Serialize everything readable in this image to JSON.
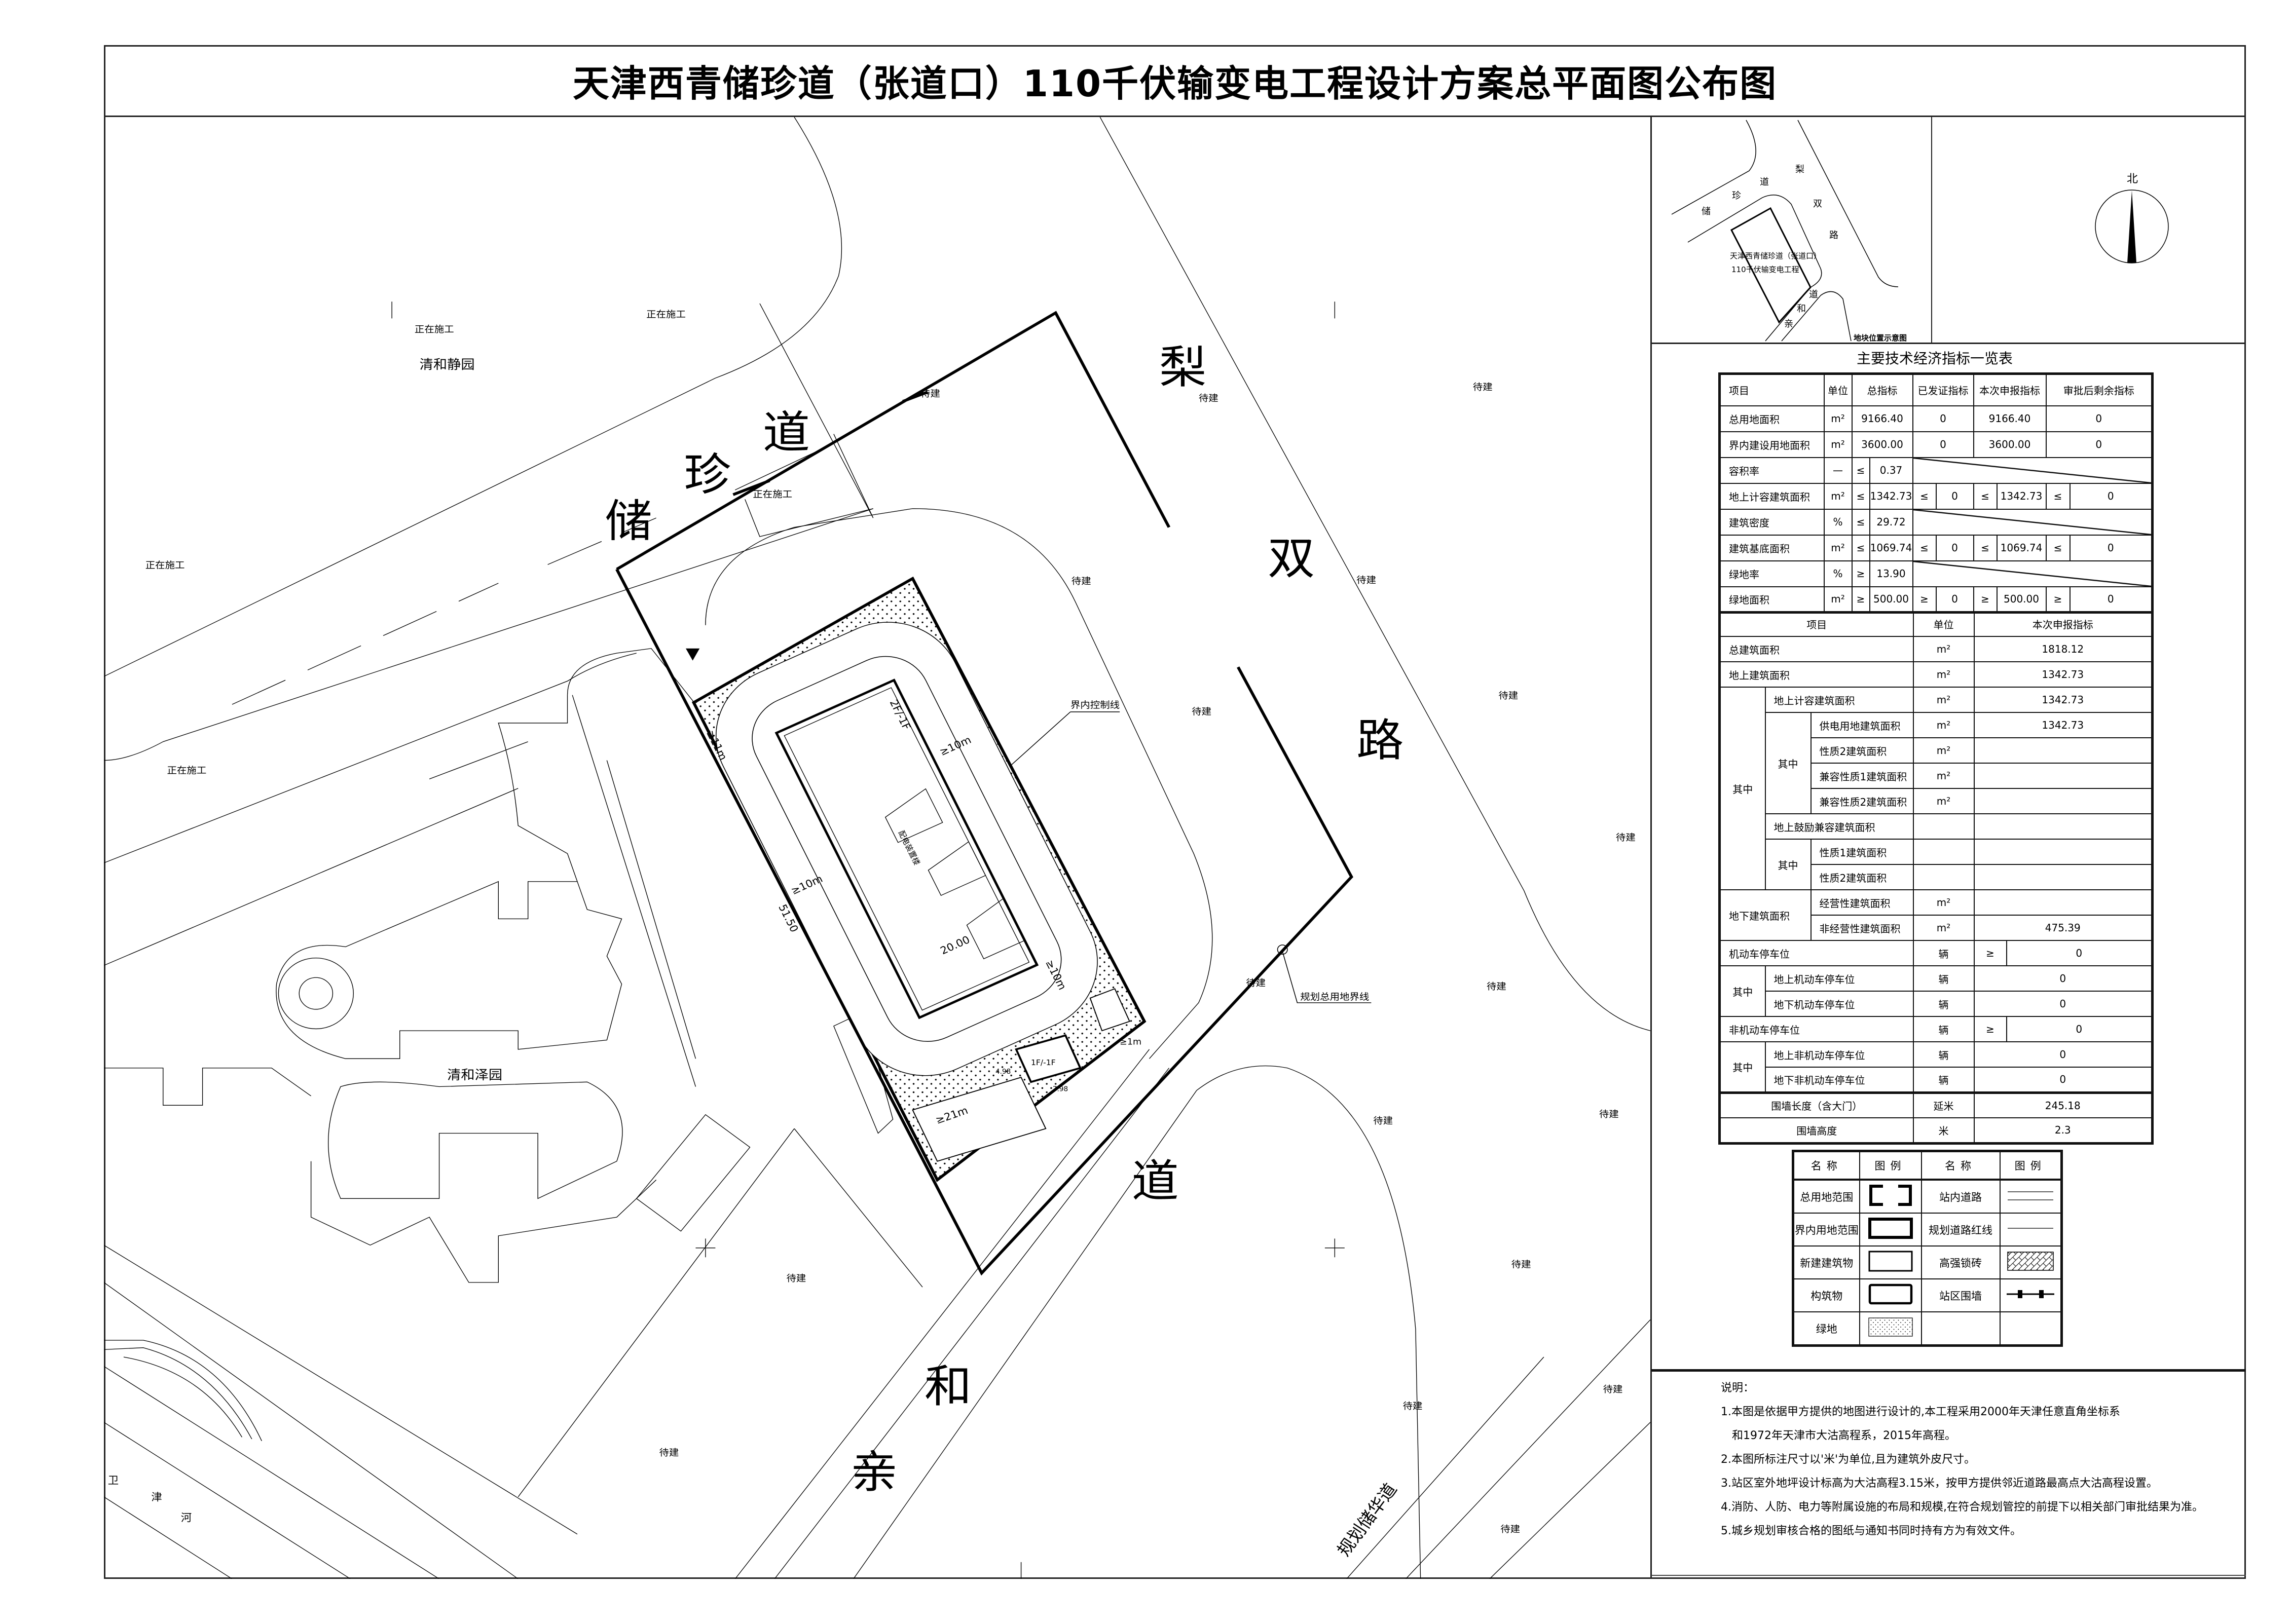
{
  "title": "天津西青储珍道（张道口）110千伏输变电工程设计方案总平面图公布图",
  "map": {
    "roads": {
      "chuzhen": [
        "储",
        "珍",
        "道"
      ],
      "lishuang": [
        "梨",
        "双",
        "路"
      ],
      "heqin": [
        "道",
        "和",
        "亲"
      ],
      "planned_chuhua": "规划储华道",
      "river": [
        "卫",
        "津",
        "河"
      ]
    },
    "under_construction": "正在施工",
    "pending": "待建",
    "community_north": "清和静园",
    "community_south": "清和泽园",
    "control_line_label": "界内控制线",
    "total_boundary_label": "规划总用地界线",
    "building": {
      "name": "配电装置楼",
      "floors": "2F/-1F",
      "length": "51.50",
      "width": "20.00"
    },
    "aux_building": {
      "floors": "1F/-1F",
      "dim_a": "4.98",
      "dim_b": "7.98"
    },
    "setbacks": {
      "north": "≥11m",
      "east": "≥10m",
      "west": "≥10m",
      "south": "≥10m",
      "southwest": "≥21m",
      "southeast": "≥1m"
    }
  },
  "location_map": {
    "roads": {
      "chuzhen": [
        "储",
        "珍",
        "道"
      ],
      "lishuang": [
        "梨",
        "双",
        "路"
      ],
      "heqin": [
        "道",
        "和",
        "亲"
      ]
    },
    "site_name_line1": "天津西青储珍道（张道口）",
    "site_name_line2": "110千伏输变电工程",
    "caption": "地块位置示意图",
    "north_label": "北"
  },
  "indicators": {
    "title": "主要技术经济指标一览表",
    "top_headers": [
      "项目",
      "单位",
      "总指标",
      "已发证指标",
      "本次申报指标",
      "审批后剩余指标"
    ],
    "top_rows": [
      {
        "item": "总用地面积",
        "unit": "m²",
        "total": "9166.40",
        "issued": "0",
        "current": "9166.40",
        "remaining": "0"
      },
      {
        "item": "界内建设用地面积",
        "unit": "m²",
        "total": "3600.00",
        "issued": "0",
        "current": "3600.00",
        "remaining": "0"
      },
      {
        "item": "容积率",
        "unit": "—",
        "total_op": "≤",
        "total": "0.37"
      },
      {
        "item": "地上计容建筑面积",
        "unit": "m²",
        "total_op": "≤",
        "total": "1342.73",
        "issued_op": "≤",
        "issued": "0",
        "current_op": "≤",
        "current": "1342.73",
        "remaining_op": "≤",
        "remaining": "0"
      },
      {
        "item": "建筑密度",
        "unit": "%",
        "total_op": "≤",
        "total": "29.72"
      },
      {
        "item": "建筑基底面积",
        "unit": "m²",
        "total_op": "≤",
        "total": "1069.74",
        "issued_op": "≤",
        "issued": "0",
        "current_op": "≤",
        "current": "1069.74",
        "remaining_op": "≤",
        "remaining": "0"
      },
      {
        "item": "绿地率",
        "unit": "%",
        "total_op": "≥",
        "total": "13.90"
      },
      {
        "item": "绿地面积",
        "unit": "m²",
        "total_op": "≥",
        "total": "500.00",
        "issued_op": "≥",
        "issued": "0",
        "current_op": "≥",
        "current": "500.00",
        "remaining_op": "≥",
        "remaining": "0"
      }
    ],
    "bottom_headers": [
      "项目",
      "单位",
      "本次申报指标"
    ],
    "among": "其中",
    "bottom": {
      "total_gfa": {
        "item": "总建筑面积",
        "unit": "m²",
        "value": "1818.12"
      },
      "above_gfa": {
        "item": "地上建筑面积",
        "unit": "m²",
        "value": "1342.73"
      },
      "above_far_gfa": {
        "item": "地上计容建筑面积",
        "unit": "m²",
        "value": "1342.73"
      },
      "power_gfa": {
        "item": "供电用地建筑面积",
        "unit": "m²",
        "value": "1342.73"
      },
      "type2_gfa": {
        "item": "性质2建筑面积",
        "unit": "m²",
        "value": ""
      },
      "compat1_gfa": {
        "item": "兼容性质1建筑面积",
        "unit": "m²",
        "value": ""
      },
      "compat2_gfa": {
        "item": "兼容性质2建筑面积",
        "unit": "m²",
        "value": ""
      },
      "encouraged_gfa": {
        "item": "地上鼓励兼容建筑面积",
        "unit": "",
        "value": ""
      },
      "enc_type1_gfa": {
        "item": "性质1建筑面积",
        "unit": "",
        "value": ""
      },
      "enc_type2_gfa": {
        "item": "性质2建筑面积",
        "unit": "",
        "value": ""
      },
      "below_gfa": {
        "item": "地下建筑面积"
      },
      "commercial_gfa": {
        "item": "经营性建筑面积",
        "unit": "m²",
        "value": ""
      },
      "noncommercial_gfa": {
        "item": "非经营性建筑面积",
        "unit": "m²",
        "value": "475.39"
      },
      "motor_parking": {
        "item": "机动车停车位",
        "unit": "辆",
        "op": "≥",
        "value": "0"
      },
      "motor_above": {
        "item": "地上机动车停车位",
        "unit": "辆",
        "value": "0"
      },
      "motor_below": {
        "item": "地下机动车停车位",
        "unit": "辆",
        "value": "0"
      },
      "nonmotor_parking": {
        "item": "非机动车停车位",
        "unit": "辆",
        "op": "≥",
        "value": "0"
      },
      "nonmotor_above": {
        "item": "地上非机动车停车位",
        "unit": "辆",
        "value": "0"
      },
      "nonmotor_below": {
        "item": "地下非机动车停车位",
        "unit": "辆",
        "value": "0"
      },
      "wall_length": {
        "item": "围墙长度（含大门）",
        "unit": "延米",
        "value": "245.18"
      },
      "wall_height": {
        "item": "围墙高度",
        "unit": "米",
        "value": "2.3"
      }
    }
  },
  "legend": {
    "headers": [
      "名称",
      "图例",
      "名称",
      "图例"
    ],
    "left": [
      "总用地范围",
      "界内用地范围",
      "新建建筑物",
      "构筑物",
      "绿地"
    ],
    "right": [
      "站内道路",
      "规划道路红线",
      "高强锁砖",
      "站区围墙"
    ]
  },
  "notes": {
    "title": "说明：",
    "lines": [
      "1.本图是依据甲方提供的地图进行设计的,本工程采用2000年天津任意直角坐标系",
      "和1972年天津市大沽高程系，2015年高程。",
      "2.本图所标注尺寸以'米'为单位,且为建筑外皮尺寸。",
      "3.站区室外地坪设计标高为大沽高程3.15米，按甲方提供邻近道路最高点大沽高程设置。",
      "4.消防、人防、电力等附属设施的布局和规模,在符合规划管控的前提下以相关部门审批结果为准。",
      "5.城乡规划审核合格的图纸与通知书同时持有方为有效文件。"
    ]
  }
}
